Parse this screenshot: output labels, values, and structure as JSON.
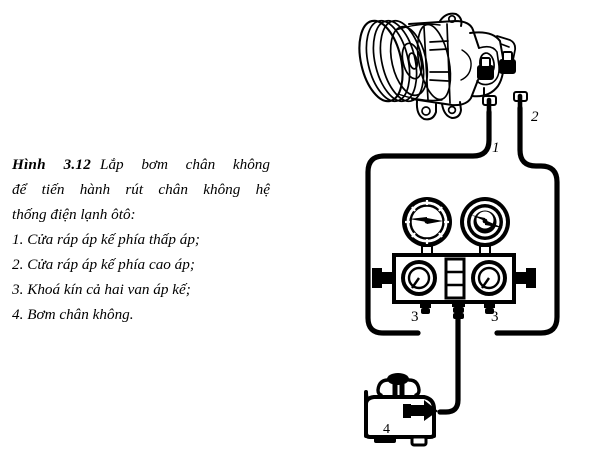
{
  "figure": {
    "number_label": "Hình 3.12",
    "caption_lines": [
      "Lắp bơm chân không",
      "để tiến hành rút chân không hệ",
      "thống điện lạnh ôtô:"
    ],
    "legend_items": [
      "1. Cửa ráp áp kế phía thấp áp;",
      "2. Cửa ráp áp kế phía cao áp;",
      "3. Khoá kín cả hai van áp kế;",
      "4. Bơm chân không."
    ]
  },
  "diagram": {
    "title": "Lắp bơm chân không rút chân không hệ thống điện lạnh ôtô",
    "stroke_color": "#000000",
    "background_color": "#ffffff",
    "callouts": [
      {
        "id": "1",
        "label": "1",
        "refers_to": "Cửa ráp áp kế phía thấp áp"
      },
      {
        "id": "2",
        "label": "2",
        "refers_to": "Cửa ráp áp kế phía cao áp"
      },
      {
        "id": "3a",
        "label": "3",
        "refers_to": "Khoá kín van áp kế thấp áp"
      },
      {
        "id": "3b",
        "label": "3",
        "refers_to": "Khoá kín van áp kế cao áp"
      },
      {
        "id": "4",
        "label": "4",
        "refers_to": "Bơm chân không"
      }
    ],
    "components": [
      {
        "name": "compressor",
        "label": "Máy nén"
      },
      {
        "name": "manifold-gauge-set",
        "label": "Bộ đồng hồ áp kế"
      },
      {
        "name": "low-pressure-gauge",
        "label": "Áp kế thấp áp"
      },
      {
        "name": "high-pressure-gauge",
        "label": "Áp kế cao áp"
      },
      {
        "name": "vacuum-pump",
        "label": "Bơm chân không"
      }
    ]
  }
}
